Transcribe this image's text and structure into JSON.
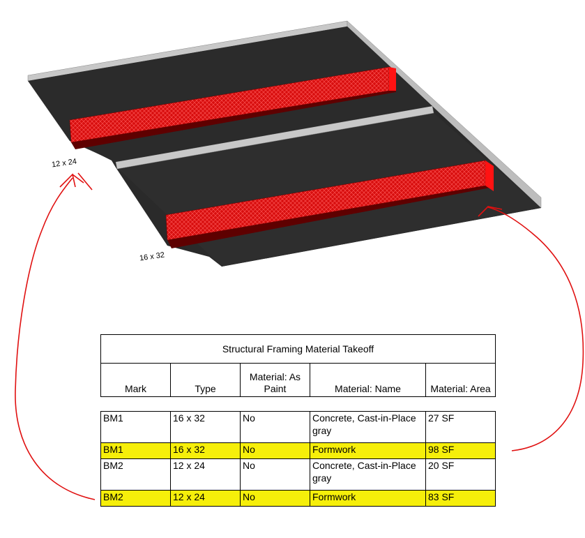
{
  "labels": {
    "beam_small": "12 x 24",
    "beam_large": "16 x 32"
  },
  "colors": {
    "slab": "#2b2b2b",
    "slab_edge": "#c7c7c7",
    "beam_face": "#d80f0f",
    "beam_end": "#ff1a1a",
    "beam_bottom": "#6a0000",
    "highlight": "#f6ef0a",
    "annotation": "#e01010"
  },
  "table": {
    "title": "Structural Framing Material Takeoff",
    "headers": [
      "Mark",
      "Type",
      "Material: As Paint",
      "Material: Name",
      "Material: Area"
    ],
    "rows": [
      {
        "mark": "BM1",
        "type": "16 x 32",
        "paint": "No",
        "name": "Concrete, Cast-in-Place gray",
        "area": "27 SF",
        "highlighted": false
      },
      {
        "mark": "BM1",
        "type": "16 x 32",
        "paint": "No",
        "name": "Formwork",
        "area": "98 SF",
        "highlighted": true
      },
      {
        "mark": "BM2",
        "type": "12 x 24",
        "paint": "No",
        "name": "Concrete, Cast-in-Place gray",
        "area": "20 SF",
        "highlighted": false
      },
      {
        "mark": "BM2",
        "type": "12 x 24",
        "paint": "No",
        "name": "Formwork",
        "area": "83 SF",
        "highlighted": true
      }
    ]
  }
}
